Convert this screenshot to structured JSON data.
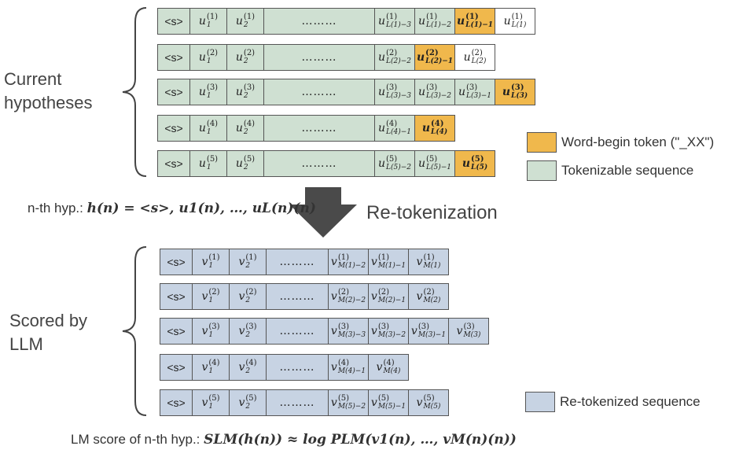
{
  "group_labels": {
    "current": [
      "Current",
      "hypotheses"
    ],
    "scored": [
      "Scored by",
      "LLM"
    ]
  },
  "retokenization_label": "Re-tokenization",
  "formula_hyp": {
    "prefix": "n-th hyp.:",
    "body": "h(n) = <s>, u1(n), …, uL(n)(n)"
  },
  "formula_score": {
    "prefix": "LM score of n-th hyp.:",
    "body": "SLM(h(n)) ≈ log PLM(v1(n), …, vM(n)(n))"
  },
  "legend": {
    "word_begin": "Word-begin token (\"_XX\")",
    "tokenizable": "Tokenizable sequence",
    "retokenized": "Re-tokenized sequence",
    "colors": {
      "word_begin": "#f0b84c",
      "tokenizable": "#cfe0d2",
      "retokenized": "#c7d3e3"
    }
  },
  "top_rows": [
    [
      "<s>",
      "u1(1)",
      "u2(1)",
      "………",
      "uL(1)−3(1)",
      "uL(1)−2(1)",
      "uL(1)−1(1)",
      "uL(1)(1)"
    ],
    [
      "<s>",
      "u1(2)",
      "u2(2)",
      "………",
      "uL(2)−2(2)",
      "uL(2)−1(2)",
      "uL(2)(2)"
    ],
    [
      "<s>",
      "u1(3)",
      "u2(3)",
      "………",
      "uL(3)−3(3)",
      "uL(3)−2(3)",
      "uL(3)−1(3)",
      "uL(3)(3)"
    ],
    [
      "<s>",
      "u1(4)",
      "u2(4)",
      "………",
      "uL(4)−1(4)",
      "uL(4)(4)"
    ],
    [
      "<s>",
      "u1(5)",
      "u2(5)",
      "………",
      "uL(5)−2(5)",
      "uL(5)−1(5)",
      "uL(5)(5)"
    ]
  ],
  "top_colors": [
    [
      "g",
      "g",
      "g",
      "g",
      "g",
      "g",
      "o",
      "w"
    ],
    [
      "g",
      "g",
      "g",
      "g",
      "g",
      "o",
      "w"
    ],
    [
      "g",
      "g",
      "g",
      "g",
      "g",
      "g",
      "g",
      "o"
    ],
    [
      "g",
      "g",
      "g",
      "g",
      "g",
      "o"
    ],
    [
      "g",
      "g",
      "g",
      "g",
      "g",
      "g",
      "o"
    ]
  ],
  "bottom_rows": [
    [
      "<s>",
      "v1(1)",
      "v2(1)",
      "………",
      "vM(1)−2(1)",
      "vM(1)−1(1)",
      "vM(1)(1)"
    ],
    [
      "<s>",
      "v1(2)",
      "v2(2)",
      "………",
      "vM(2)−2(2)",
      "vM(2)−1(2)",
      "vM(2)(2)"
    ],
    [
      "<s>",
      "v1(3)",
      "v2(3)",
      "………",
      "vM(3)−3(3)",
      "vM(3)−2(3)",
      "vM(3)−1(3)",
      "vM(3)(3)"
    ],
    [
      "<s>",
      "v1(4)",
      "v2(4)",
      "………",
      "vM(4)−1(4)",
      "vM(4)(4)"
    ],
    [
      "<s>",
      "v1(5)",
      "v2(5)",
      "………",
      "vM(5)−2(5)",
      "vM(5)−1(5)",
      "vM(5)(5)"
    ]
  ]
}
